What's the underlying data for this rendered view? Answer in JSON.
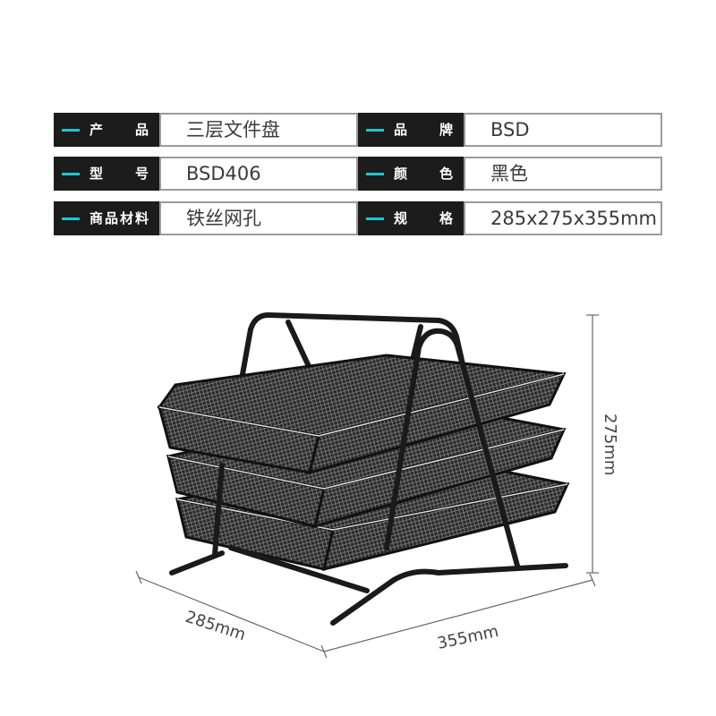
{
  "specs": [
    [
      {
        "label": "产 品",
        "value": "三层文件盘"
      },
      {
        "label": "品 牌",
        "value": "BSD"
      }
    ],
    [
      {
        "label": "型 号",
        "value": "BSD406"
      },
      {
        "label": "颜 色",
        "value": "黑色"
      }
    ],
    [
      {
        "label": "商品材料",
        "value": "铁丝网孔"
      },
      {
        "label": "规 格",
        "value": "285x275x355mm"
      }
    ]
  ],
  "dimensions": {
    "height": "275mm",
    "depth": "285mm",
    "width": "355mm"
  },
  "colors": {
    "label_bg": "#1c1c1c",
    "accent": "#19c7d6",
    "border": "#9a9a9a"
  }
}
